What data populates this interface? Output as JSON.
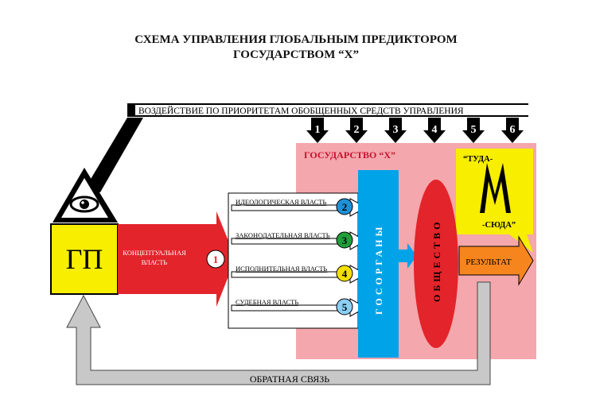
{
  "title_line1": "СХЕМА УПРАВЛЕНИЯ ГЛОБАЛЬНЫМ ПРЕДИКТОРОМ",
  "title_line2": "ГОСУДАРСТВОМ “Х”",
  "priority_bar": "ВОЗДЕЙСТВИЕ ПО ПРИОРИТЕТАМ ОБОБЩЕННЫХ СРЕДСТВ УПРАВЛЕНИЯ",
  "priority_numbers": [
    "1",
    "2",
    "3",
    "4",
    "5",
    "6"
  ],
  "state_label": "ГОСУДАРСТВО “Х”",
  "tuda_top": "“ТУДА-",
  "tuda_bottom": "-СЮДА”",
  "gp_label": "ГП",
  "conceptual_line1": "КОНЦЕПТУАЛЬНАЯ",
  "conceptual_line2": "ВЛАСТЬ",
  "conceptual_number": "1",
  "powers": [
    {
      "label": "ИДЕОЛОГИЧЕСКАЯ ВЛАСТЬ",
      "number": "2",
      "color": "#1e90d6"
    },
    {
      "label": "ЗАКОНОДАТЕЛЬНАЯ ВЛАСТЬ",
      "number": "3",
      "color": "#1f9e3a"
    },
    {
      "label": "ИСПОЛНИТЕЛЬНАЯ ВЛАСТЬ",
      "number": "4",
      "color": "#f4e000"
    },
    {
      "label": "СУДЕБНАЯ ВЛАСТЬ",
      "number": "5",
      "color": "#8ccff5"
    }
  ],
  "gosorgany": "ГОСОРГАНЫ",
  "society": "ОБЩЕСТВО",
  "result": "РЕЗУЛЬТАТ",
  "feedback": "ОБРАТНАЯ СВЯЗЬ",
  "colors": {
    "state_bg": "#f4a7ac",
    "gp_yellow": "#f7ee00",
    "concept_red": "#e3242b",
    "gos_blue": "#00a3e8",
    "society_red": "#e3242b",
    "result_orange": "#f7851d",
    "feedback_grey": "#c8c8c8"
  },
  "icons": [
    "all-seeing-eye-icon",
    "priority-arrow-icon"
  ]
}
